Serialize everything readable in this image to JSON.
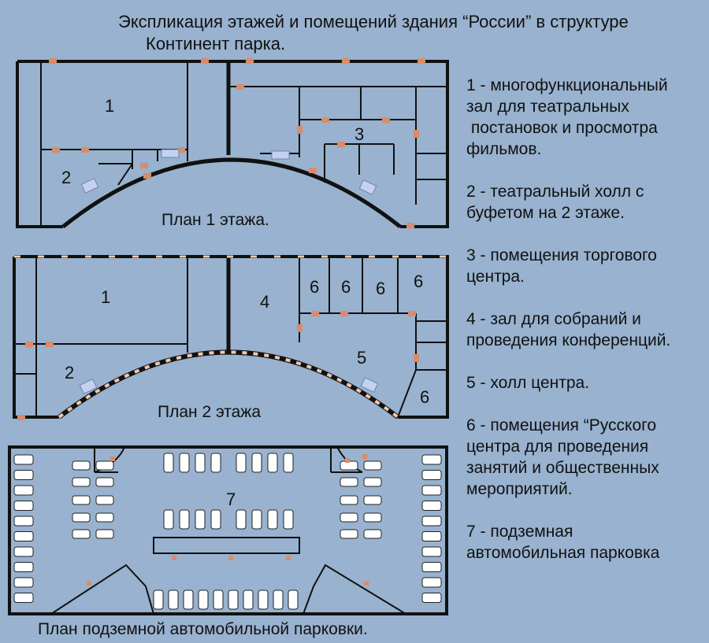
{
  "header": {
    "title_line1": "Экспликация этажей и помещений здания “России” в структуре",
    "title_line2": "Континент парка."
  },
  "plans": {
    "floor1": {
      "caption": "План 1 этажа.",
      "rooms": [
        "1",
        "2",
        "3"
      ]
    },
    "floor2": {
      "caption": "План 2 этажа",
      "rooms": [
        "1",
        "2",
        "4",
        "5",
        "6",
        "6",
        "6",
        "6",
        "6"
      ]
    },
    "parking": {
      "caption": "План подземной автомобильной парковки.",
      "rooms": [
        "7"
      ]
    }
  },
  "legend": [
    {
      "text": "1 - многофункциональный\nзал для театральных\n постановок и просмотра\nфильмов."
    },
    {
      "text": "2 - театральный холл с\nбуфетом на 2 этаже."
    },
    {
      "text": "3 - помещения торгового\nцентра."
    },
    {
      "text": "4 - зал для собраний и\nпроведения конференций."
    },
    {
      "text": "5 - холл центра."
    },
    {
      "text": "6 - помещения “Русского\nцентра для проведения\nзанятий и общественных\nмероприятий."
    },
    {
      "text": "7 - подземная\nавтомобильная парковка"
    }
  ],
  "colors": {
    "background": "#98b2cf",
    "wall": "#111111",
    "door": "#d98c6a",
    "stair": "#b8c6e6"
  }
}
